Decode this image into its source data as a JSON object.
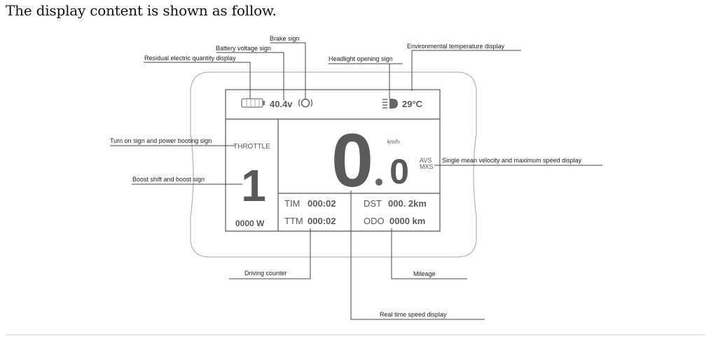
{
  "heading": "The display content is shown as follow.",
  "callouts": {
    "brake": "Brake sign",
    "battery_voltage": "Battery voltage sign",
    "residual": "Residual electric quantity display",
    "env_temp": "Environmental temperature display",
    "headlight": "Headlight opening sign",
    "turn_on": "Turn on sign and power booting sign",
    "boost": "Boost shift and boost sign",
    "avg_max": "Single mean velocity and maximum speed display",
    "driving_counter": "Driving counter",
    "mileage": "Mileage",
    "realtime_speed": "Real time speed display"
  },
  "lcd": {
    "voltage": "40.4v",
    "temperature": "29°C",
    "throttle": "THROTTLE",
    "gear": "1",
    "power": "0000 W",
    "speed_int": "0",
    "speed_dot": ".",
    "speed_dec": "0",
    "unit": "km/h",
    "avs": "AVS",
    "mxs": "MXS",
    "tim_label": "TIM",
    "tim_value": "000:02",
    "ttm_label": "TTM",
    "ttm_value": "000:02",
    "dst_label": "DST",
    "dst_value": "000. 2km",
    "odo_label": "ODO",
    "odo_value": "0000 km"
  },
  "battery_level": 0.0
}
